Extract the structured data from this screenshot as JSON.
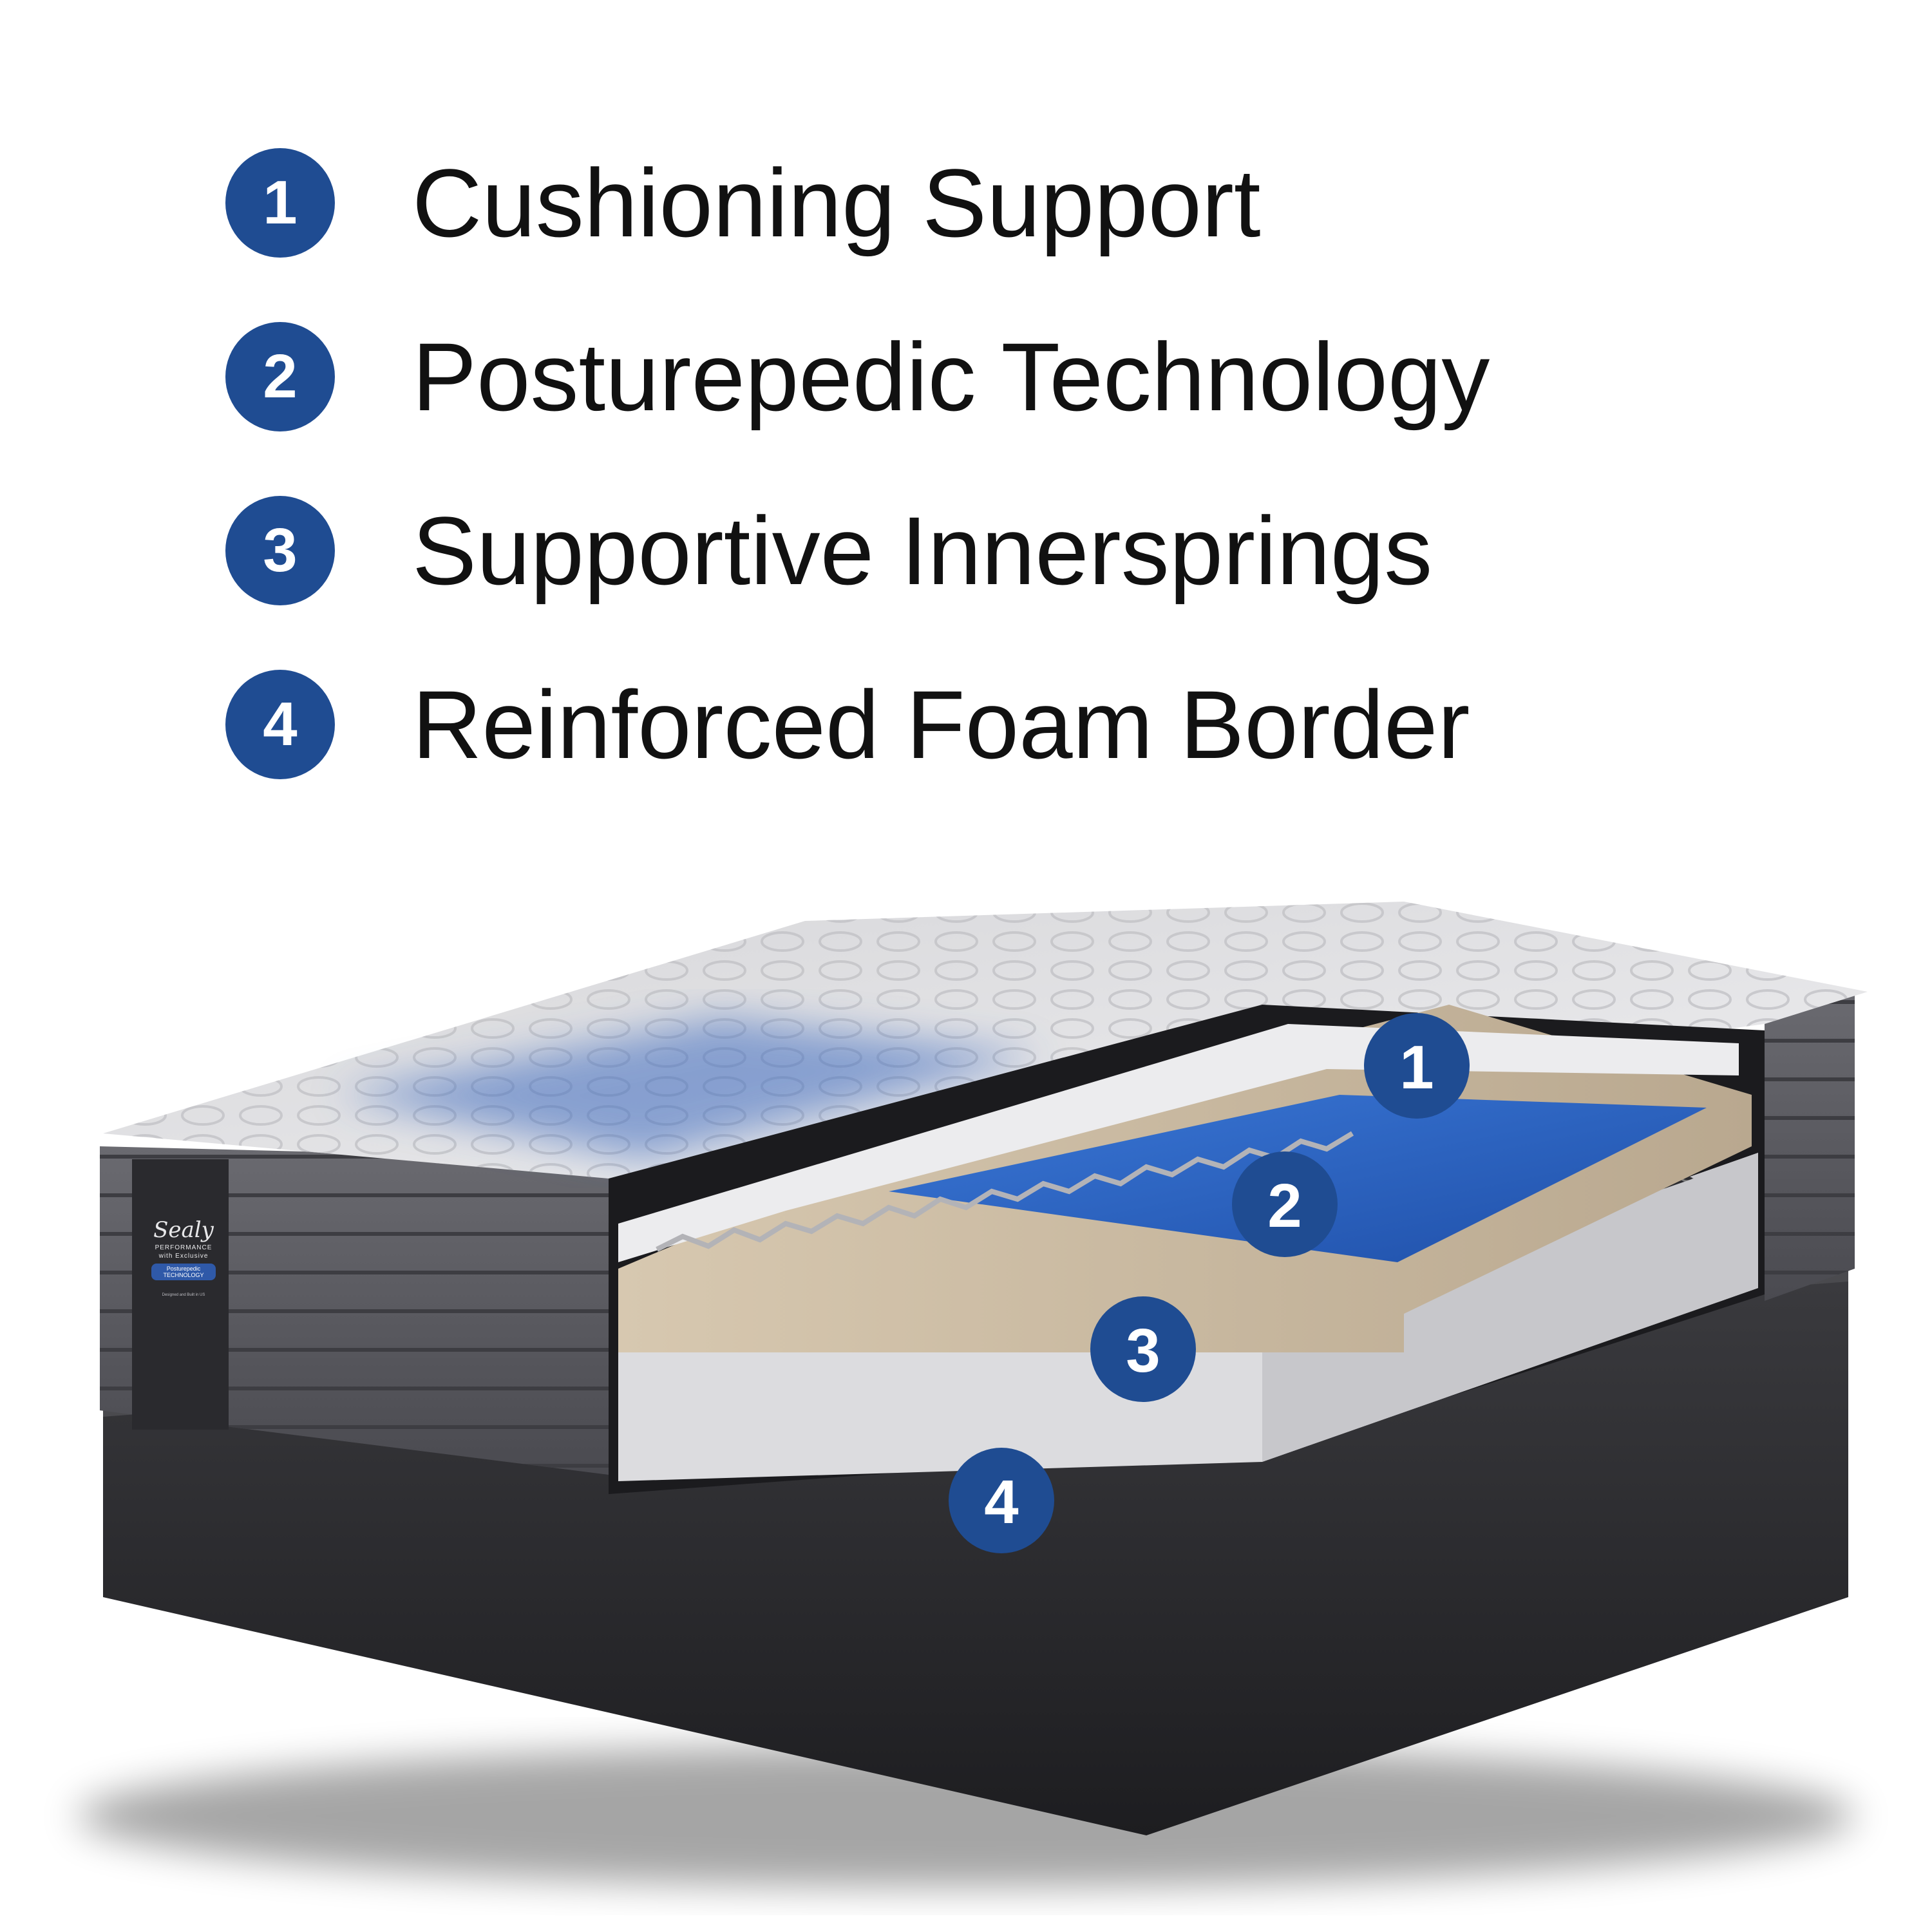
{
  "accent": "#1f4c92",
  "legend": [
    {
      "number": "1",
      "label": "Cushioning Support"
    },
    {
      "number": "2",
      "label": "Posturepedic Technology"
    },
    {
      "number": "3",
      "label": "Supportive Innersprings"
    },
    {
      "number": "4",
      "label": "Reinforced Foam Border"
    }
  ],
  "callouts": [
    "1",
    "2",
    "3",
    "4"
  ],
  "brand": {
    "name": "Sealy",
    "line": "PERFORMANCE",
    "with": "with Exclusive",
    "tag": "Posturepedic TECHNOLOGY",
    "foot": "Designed and Built in US"
  }
}
